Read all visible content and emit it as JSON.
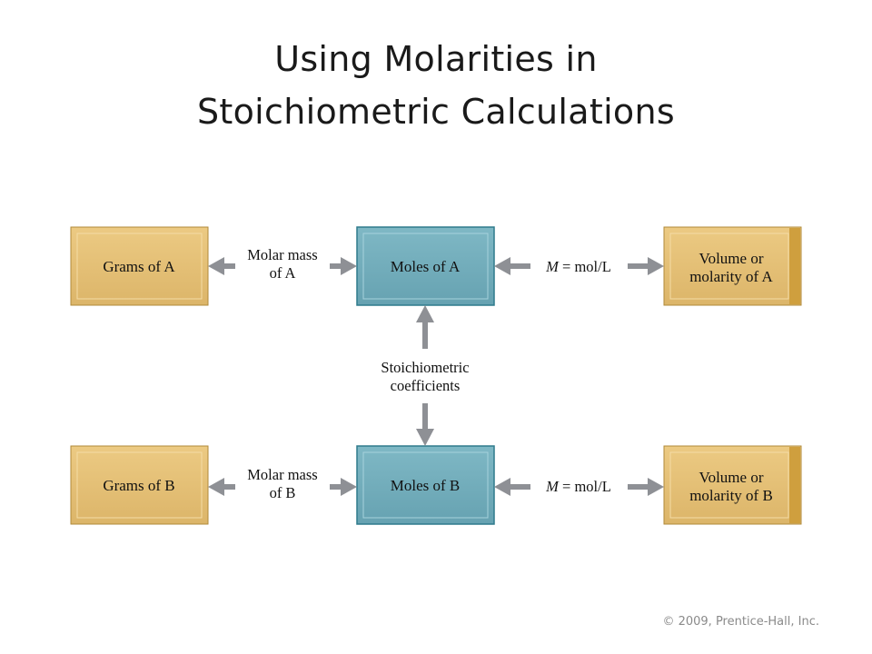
{
  "title": {
    "line1": "Using Molarities in",
    "line2": "Stoichiometric Calculations"
  },
  "boxes": {
    "grams_a": "Grams of A",
    "moles_a": "Moles of A",
    "volume_a": [
      "Volume or",
      "molarity of A"
    ],
    "grams_b": "Grams of B",
    "moles_b": "Moles of B",
    "volume_b": [
      "Volume or",
      "molarity of B"
    ]
  },
  "edges": {
    "molar_mass_a": [
      "Molar mass",
      "of A"
    ],
    "molarity_a": {
      "symbol": "M",
      "rest": " = mol/L"
    },
    "stoich": [
      "Stoichiometric",
      "coefficients"
    ],
    "molar_mass_b": [
      "Molar mass",
      "of B"
    ],
    "molarity_b": {
      "symbol": "M",
      "rest": " = mol/L"
    }
  },
  "colors": {
    "gold_box": "#e2be71",
    "gold_edge": "#b08a3a",
    "gold_shadow": "#c99a3c",
    "teal_box": "#72adbb",
    "teal_edge": "#2f7a8c",
    "arrow": "#8e9095"
  },
  "footer": {
    "credit": "© 2009, Prentice-Hall, Inc."
  }
}
